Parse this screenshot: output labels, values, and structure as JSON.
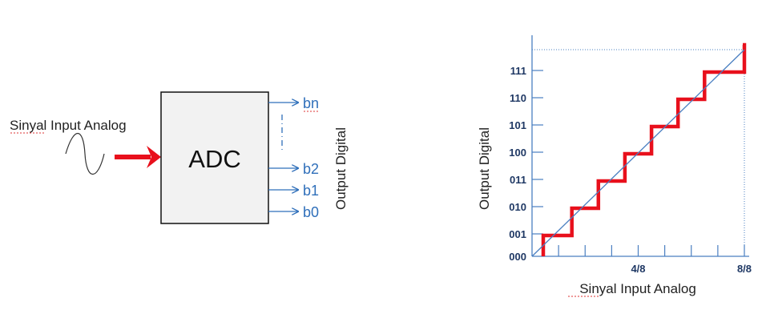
{
  "adc": {
    "input_label": "Sinyal Input Analog",
    "block_label": "ADC",
    "output_label": "Output Digital",
    "outputs": [
      "bn",
      "b2",
      "b1",
      "b0"
    ]
  },
  "colors": {
    "arrow_red": "#e8101c",
    "output_blue": "#2f6fba",
    "axis_blue": "#4a7fc1",
    "label_navy": "#1f3864",
    "block_fill": "#f2f2f2"
  },
  "chart_data": {
    "type": "line",
    "xlabel": "Sinyal Input Analog",
    "ylabel": "Output Digital",
    "x_ticks": [
      {
        "value": 0.5,
        "label": "4/8"
      },
      {
        "value": 1.0,
        "label": "8/8"
      }
    ],
    "x_minor_ticks": [
      0.125,
      0.25,
      0.375,
      0.5,
      0.625,
      0.75,
      0.875,
      1.0
    ],
    "y_ticks": [
      "000",
      "001",
      "010",
      "011",
      "100",
      "101",
      "110",
      "111"
    ],
    "xlim": [
      0,
      1
    ],
    "ylim": [
      0,
      8
    ],
    "series": [
      {
        "style": "step",
        "color": "#e8101c",
        "x": [
          0.0625,
          0.1875,
          0.3125,
          0.4375,
          0.5625,
          0.6875,
          0.8125,
          1.0
        ],
        "y": [
          0,
          1,
          2,
          3,
          4,
          5,
          6,
          7
        ]
      },
      {
        "style": "diagonal",
        "color": "#4a7fc1",
        "x": [
          0,
          1
        ],
        "y": [
          0,
          8
        ]
      }
    ]
  }
}
